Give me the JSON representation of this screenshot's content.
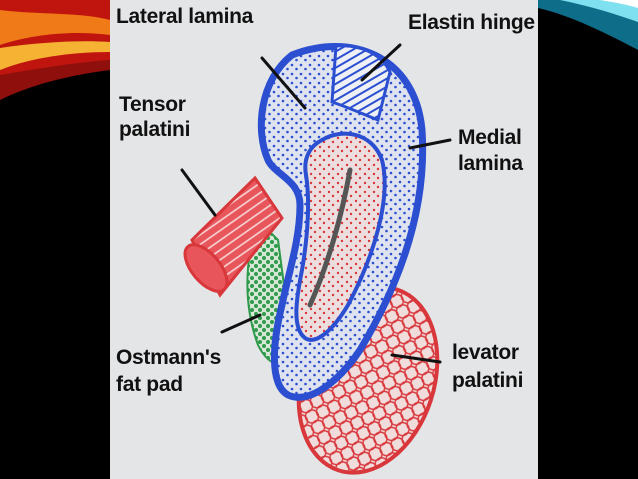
{
  "labels": {
    "lateral_lamina": "Lateral lamina",
    "elastin_hinge": "Elastin hinge",
    "tensor_palatini_1": "Tensor",
    "tensor_palatini_2": "palatini",
    "medial_lamina_1": "Medial",
    "medial_lamina_2": "lamina",
    "ostmann_1": "Ostmann's",
    "ostmann_2": "fat pad",
    "levator_1": "levator",
    "levator_2": "palatini"
  },
  "colors": {
    "background": "#000000",
    "panel": "#e4e5e7",
    "cartilage_blue": "#2b4fd0",
    "red": "#d8373b",
    "fat_green": "#2f9a4a",
    "accent_orange": "#e8651c",
    "accent_cyan": "#3fc6e0"
  }
}
